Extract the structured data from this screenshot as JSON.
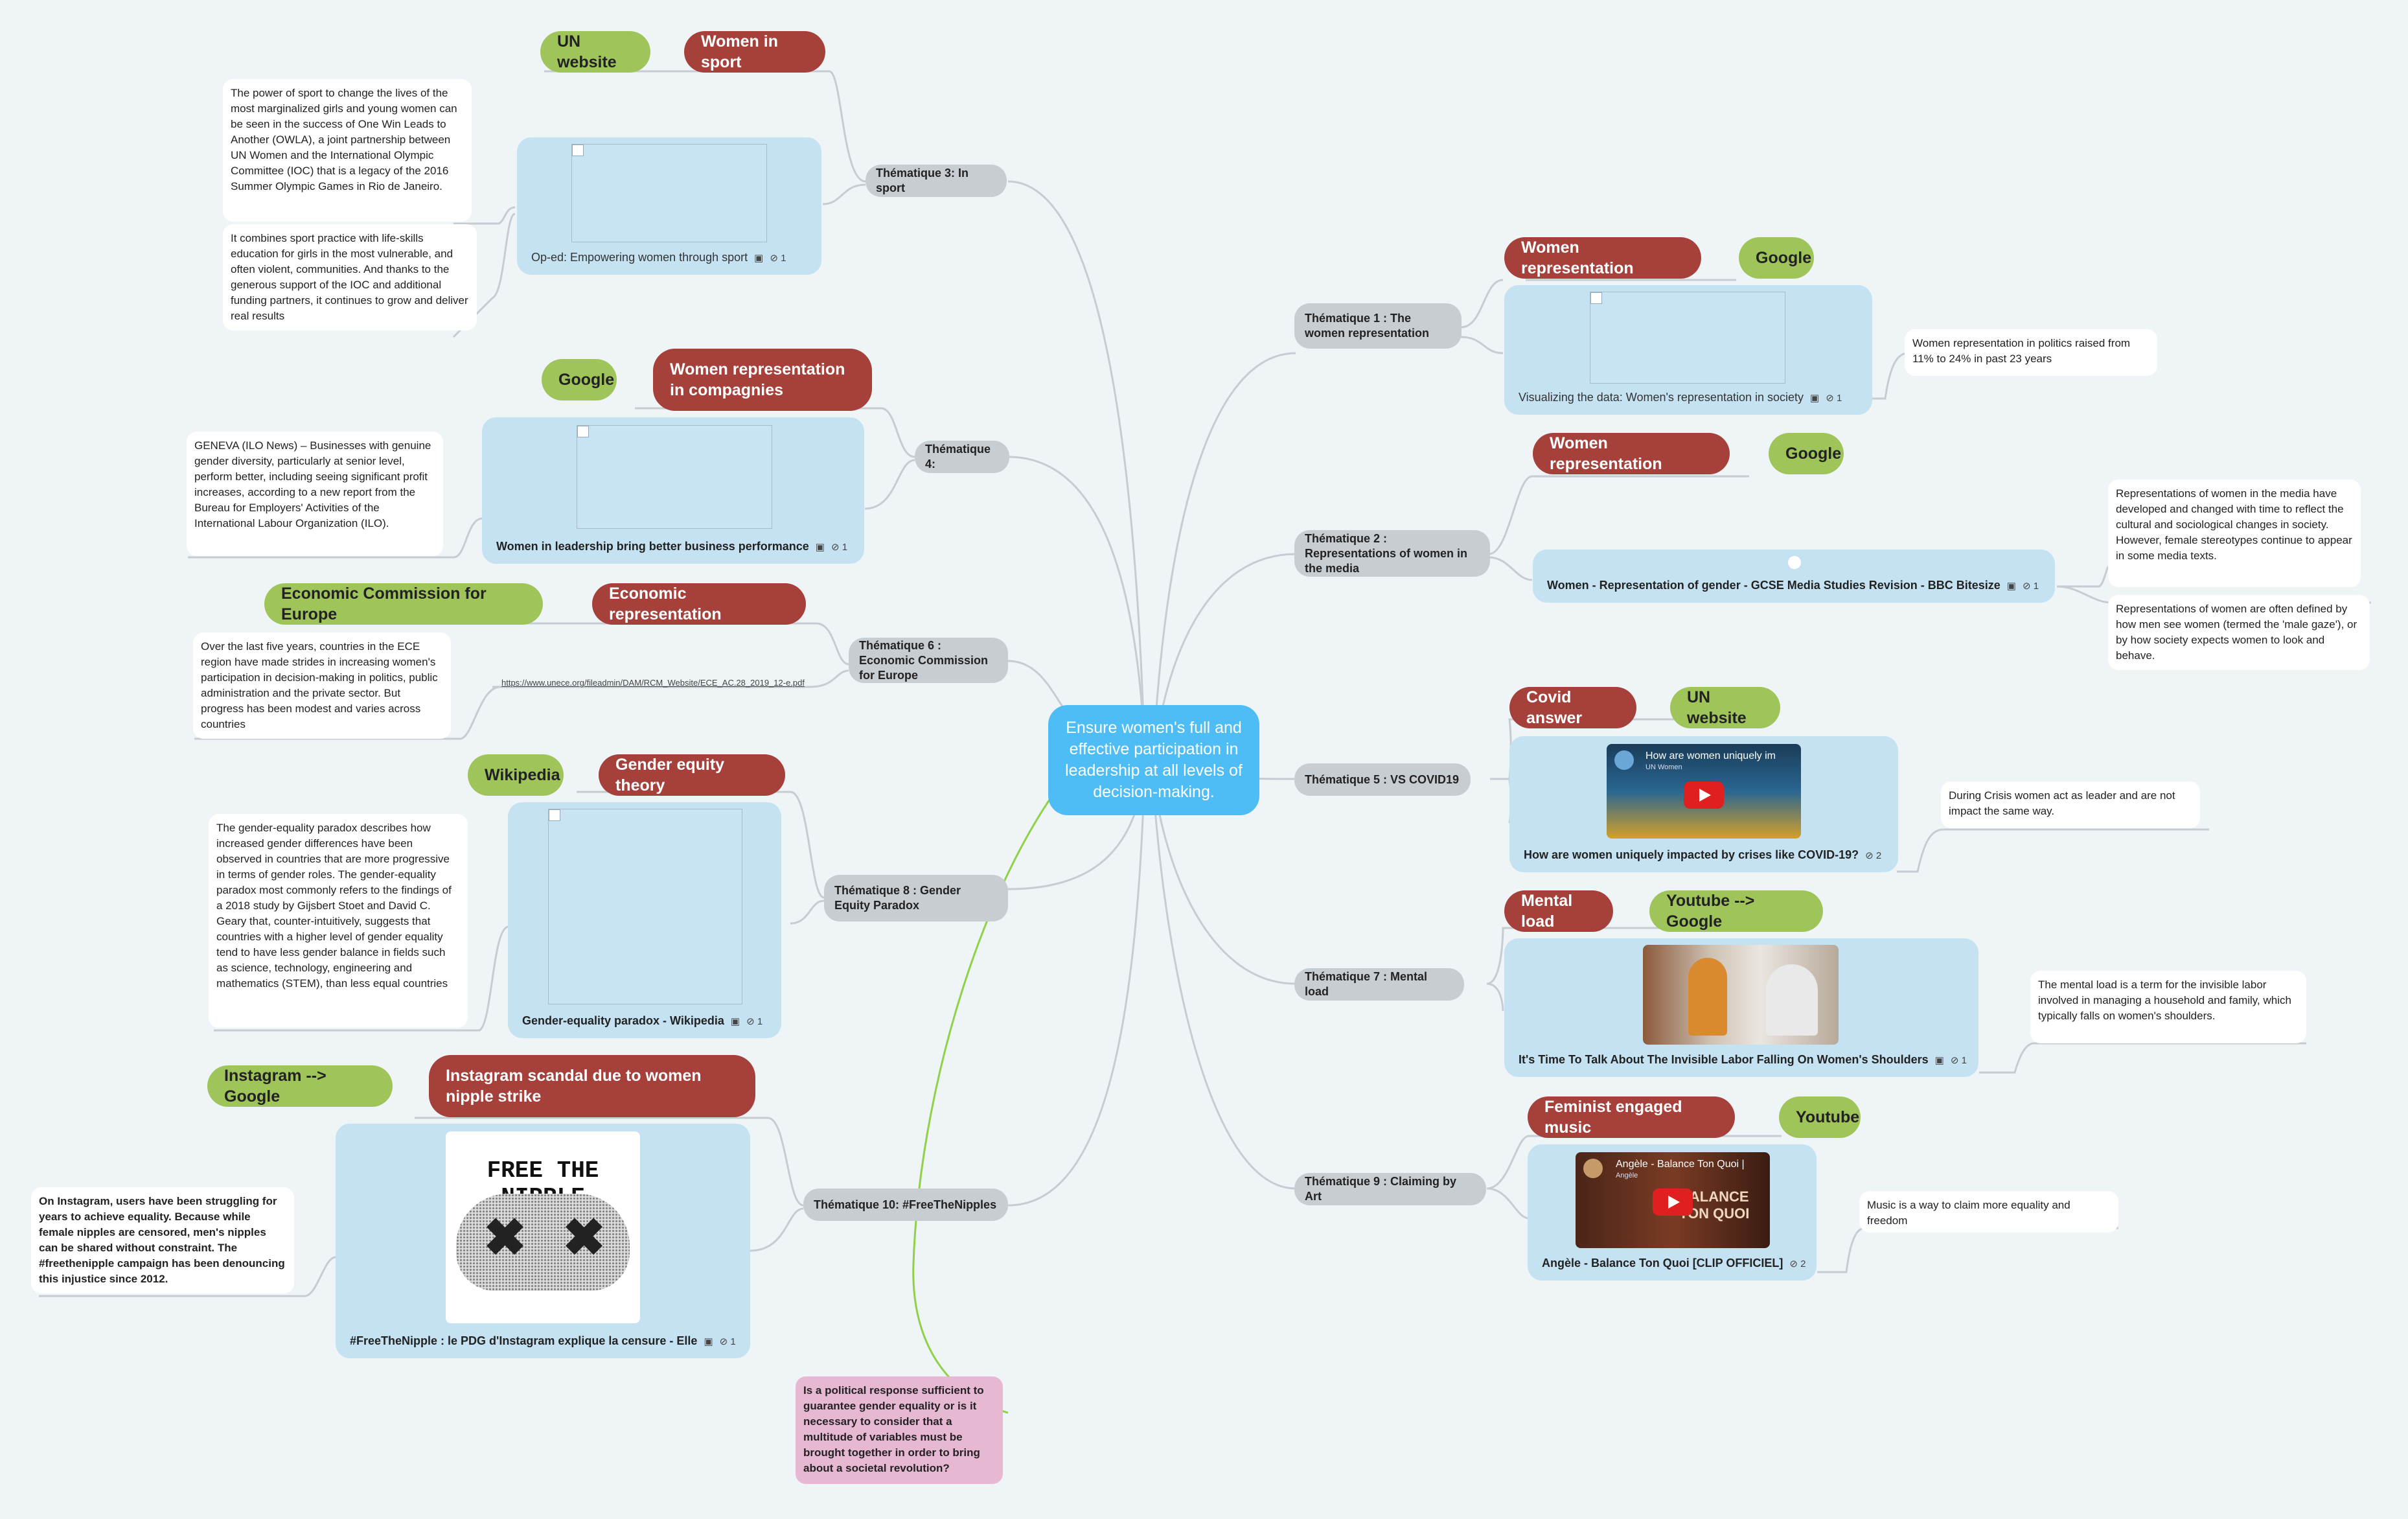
{
  "center": "Ensure women's full and effective participation in leadership at all levels of decision-making.",
  "themes": {
    "t1": "Thématique 1 : The women representation",
    "t2": "Thématique 2 : Representations of women in the media",
    "t3": "Thématique 3: In sport",
    "t4": "Thématique 4:",
    "t5": "Thématique 5 : VS COVID19",
    "t6": "Thématique 6 : Economic Commission for Europe",
    "t7": "Thématique 7 : Mental load",
    "t8": "Thématique 8 : Gender Equity Paradox",
    "t9": "Thématique 9 : Claiming by Art",
    "t10": "Thématique 10: #FreeTheNipples"
  },
  "tags": {
    "t1_red": "Women representation",
    "t1_green": "Google",
    "t2_red": "Women representation",
    "t2_green": "Google",
    "t3_green": "UN website",
    "t3_red": "Women in sport",
    "t4_green": "Google",
    "t4_red": "Women representation in compagnies",
    "t5_red": "Covid answer",
    "t5_green": "UN website",
    "t6_green": "Economic Commission for Europe",
    "t6_red": "Economic representation",
    "t7_red": "Mental load",
    "t7_green": "Youtube --> Google",
    "t8_green": "Wikipedia",
    "t8_red": "Gender equity theory",
    "t9_red": "Feminist engaged music",
    "t9_green": "Youtube",
    "t10_green": "Instagram --> Google",
    "t10_red": "Instagram scandal due to women nipple strike"
  },
  "cards": {
    "t1": "Visualizing the data: Women's representation in society",
    "t2": "Women - Representation of gender - GCSE Media Studies Revision - BBC Bitesize",
    "t3": "Op-ed: Empowering women through sport",
    "t4": "Women in leadership bring better business performance",
    "t5": "How are women uniquely impacted by crises like COVID-19?",
    "t7": "It's Time To Talk About The Invisible Labor Falling On Women's Shoulders",
    "t8": "Gender-equality paradox - Wikipedia",
    "t9": "Angèle - Balance Ton Quoi [CLIP OFFICIEL]",
    "t10": "#FreeTheNipple : le PDG d'Instagram explique la censure - Elle"
  },
  "counts": {
    "one": "1",
    "two": "2"
  },
  "video": {
    "t5_title": "How are women uniquely im",
    "t5_channel": "UN Women",
    "t9_title": "Angèle - Balance Ton Quoi |",
    "t9_channel": "Angèle",
    "t9_overlay": "BALANCE TON QUOI",
    "t10_overlay": "FREE THE NIPPLE"
  },
  "notes": {
    "t1": "Women representation in politics raised from 11% to 24% in past 23 years",
    "t2a": "Representations of women in the media have developed and changed with time to reflect the cultural and sociological changes in society. However, female stereotypes continue to appear in some media texts.",
    "t2b": "Representations of women are often defined by how men see women (termed the 'male gaze'), or by how society expects women to look and behave.",
    "t3a": "The power of sport to change the lives of the most marginalized girls and young women can be seen in the success of One Win Leads to Another (OWLA), a joint partnership between UN Women and the International Olympic Committee (IOC) that is a legacy of the 2016 Summer Olympic Games in Rio de Janeiro.",
    "t3b": "It combines sport practice with life-skills education for girls in the most vulnerable, and often violent, communities. And thanks to the generous support of the IOC and additional funding partners, it continues to grow and deliver real results",
    "t4": "GENEVA (ILO News) – Businesses with genuine gender diversity, particularly at senior level, perform better, including seeing significant profit increases, according to a new report from the Bureau for Employers' Activities  of the International Labour Organization (ILO).",
    "t5": "During Crisis women act as leader and are not impact the same way.",
    "t6": "Over the last five years, countries in the ECE region have made strides in increasing women's participation in decision-making in politics, public administration and the private sector. But progress has been modest and varies across countries",
    "t6_link": "https://www.unece.org/fileadmin/DAM/RCM_Website/ECE_AC.28_2019_12-e.pdf",
    "t7": "The mental load is a term for the invisible labor involved in managing a household and family, which typically falls on women's shoulders.",
    "t8": "The gender-equality paradox describes how increased gender differences have been observed in countries that are more progressive in terms of gender roles. The gender-equality paradox most commonly refers to the findings of a 2018 study by Gijsbert Stoet and David C. Geary that, counter-intuitively, suggests that countries with a higher level of gender equality tend to have less gender balance in fields such as science, technology, engineering and mathematics (STEM), than less equal countries",
    "t9": "Music is a way to claim more equality and freedom",
    "t10": "On Instagram, users have been struggling for years to achieve equality. Because while female nipples are censored, men's nipples can be shared without constraint. The #freethenipple campaign has been denouncing this injustice since 2012."
  },
  "question": "Is a political response sufficient to guarantee gender equality or is it necessary to consider that a multitude of variables must be brought together in order to bring about a societal revolution?",
  "colors": {
    "background": "#eff4f7",
    "center": "#4fbdf5",
    "tag_red": "#a5403a",
    "tag_green": "#9fc55a",
    "card": "#c4e2f1",
    "theme": "#c8cdd2",
    "question": "#e7b8d2",
    "line": "#c6ccd2",
    "question_line": "#8fd148"
  }
}
